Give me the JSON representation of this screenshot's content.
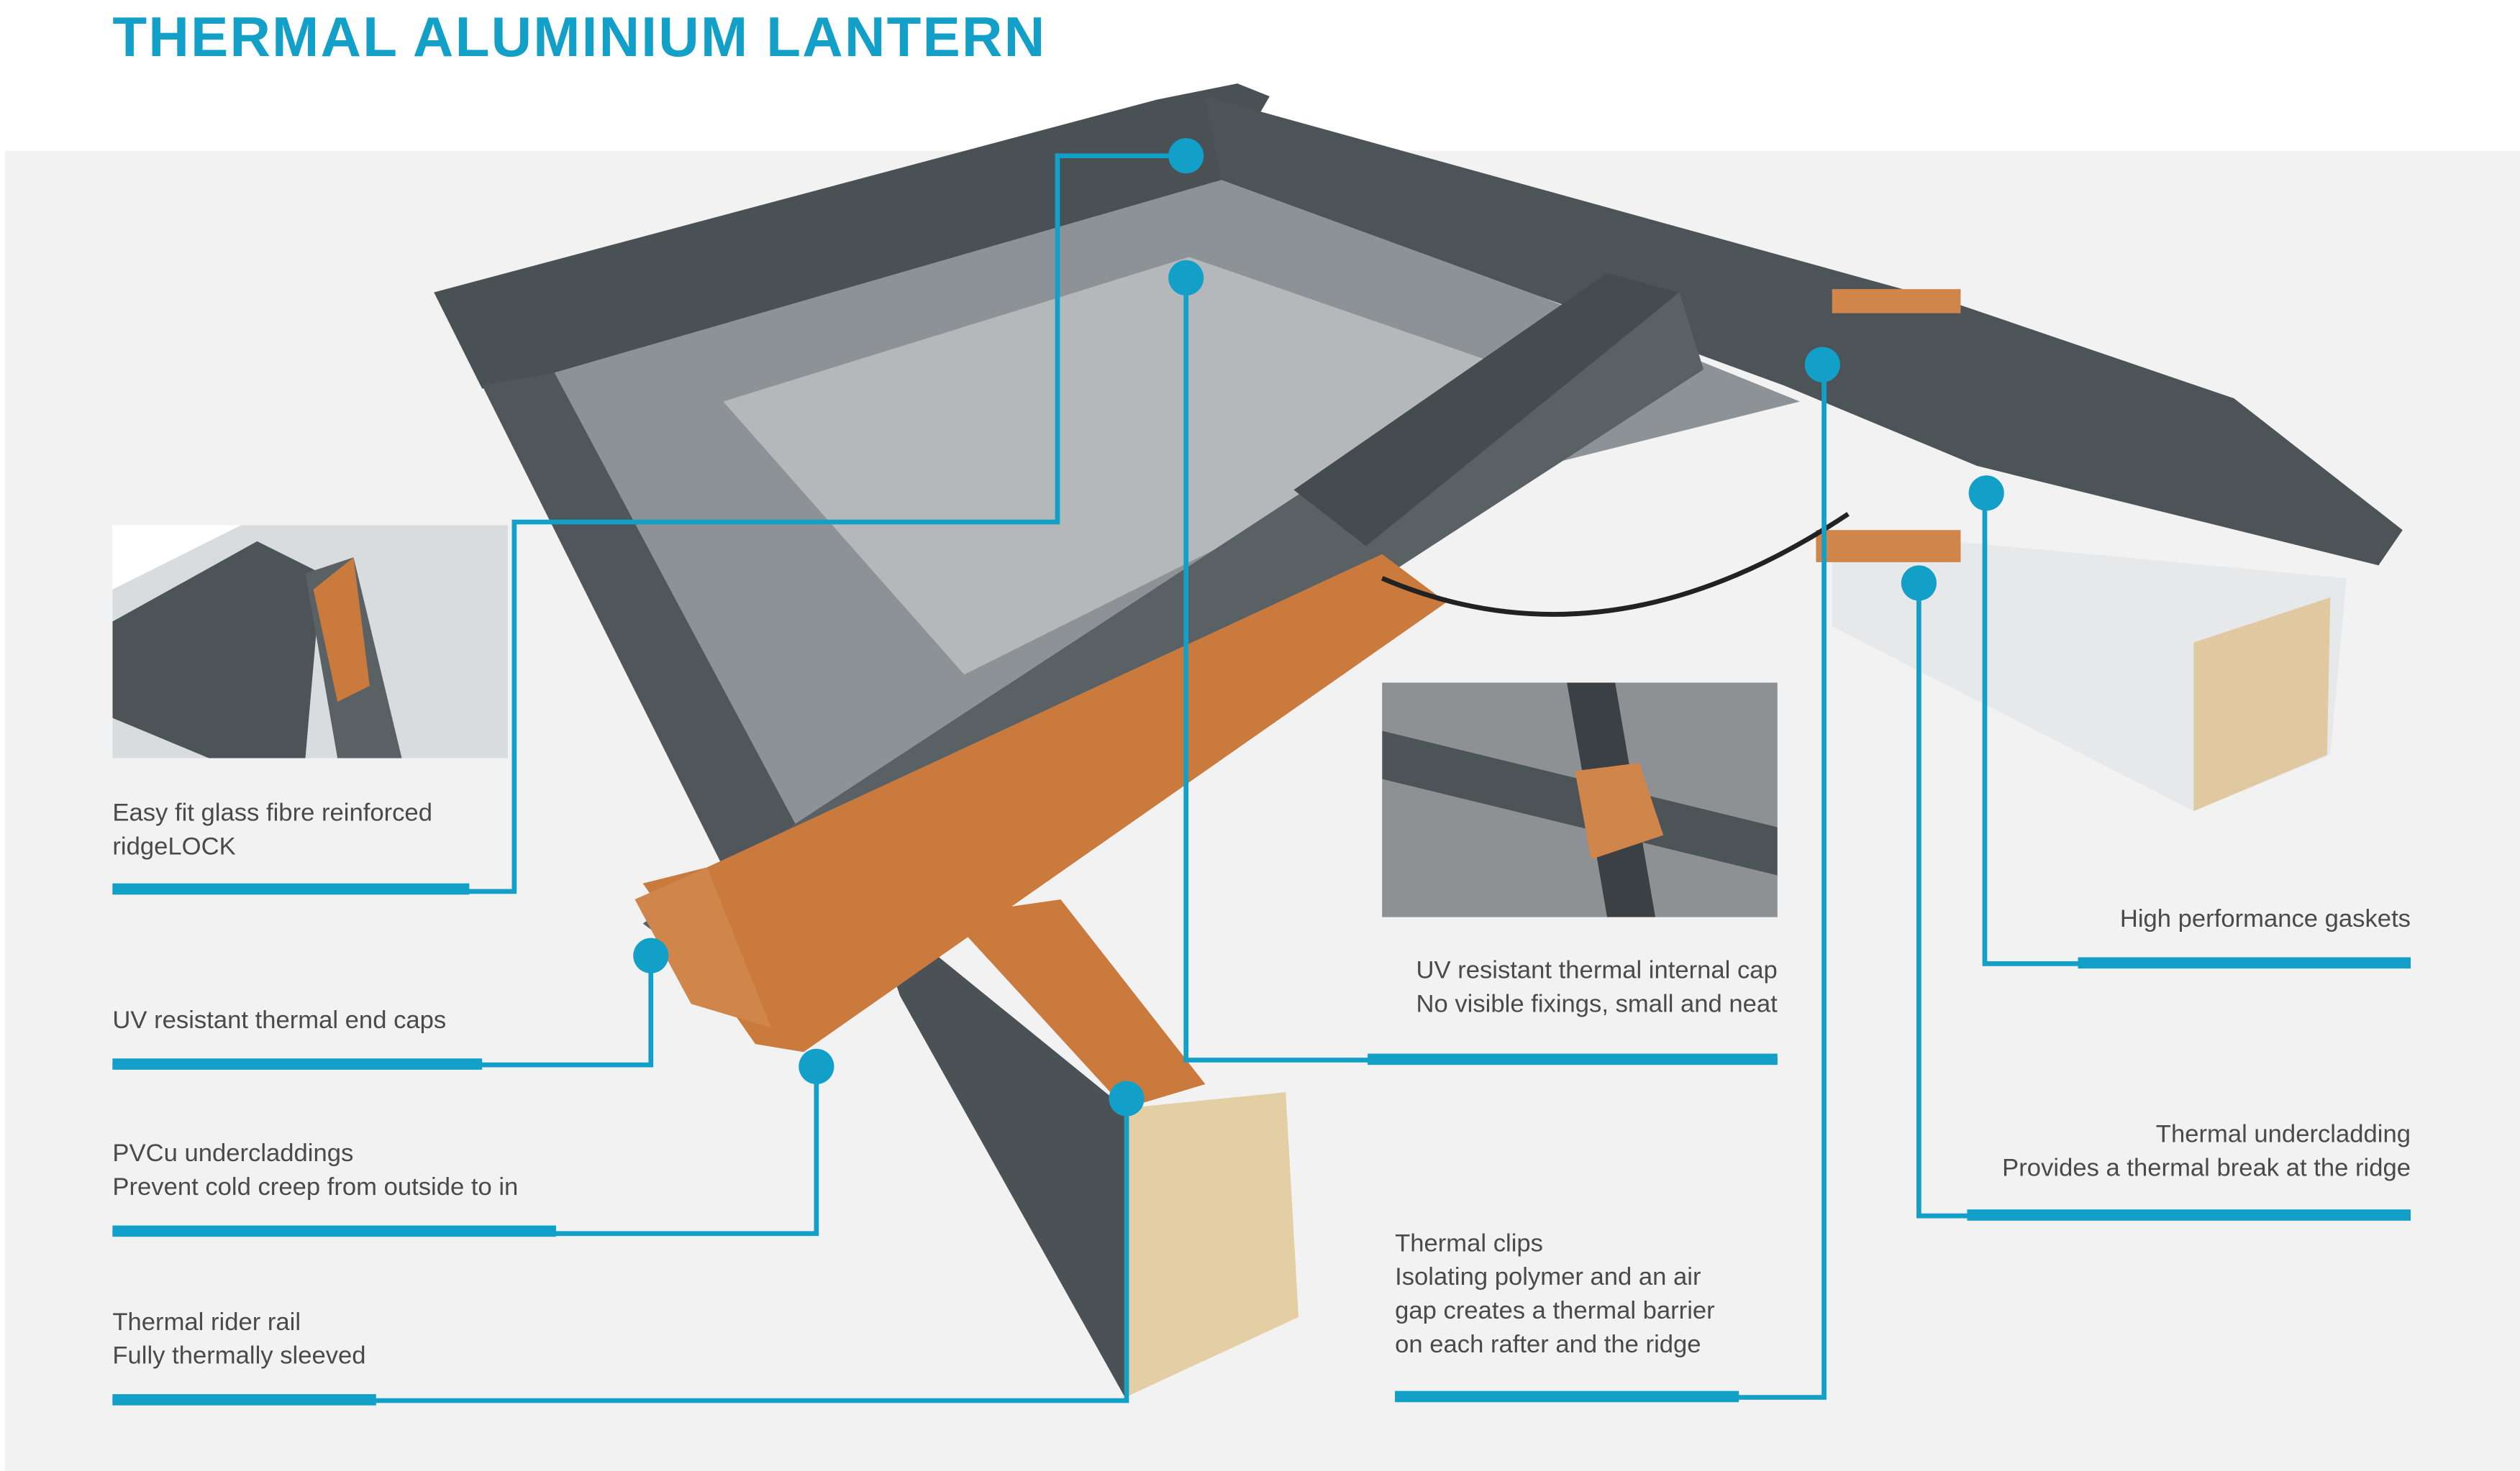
{
  "title": "THERMAL ALUMINIUM LANTERN",
  "accent_color": "#129fc8",
  "callouts": [
    {
      "id": "ridgelock",
      "lines": [
        "Easy fit glass fibre reinforced",
        "ridgeLOCK"
      ]
    },
    {
      "id": "end-caps",
      "lines": [
        "UV resistant thermal end caps"
      ]
    },
    {
      "id": "pvcu",
      "lines": [
        "PVCu undercladdings",
        "Prevent cold creep from outside to in"
      ]
    },
    {
      "id": "rider-rail",
      "lines": [
        "Thermal rider rail",
        "Fully thermally sleeved"
      ]
    },
    {
      "id": "internal-cap",
      "lines": [
        "UV resistant thermal internal cap",
        "No visible fixings, small and neat"
      ]
    },
    {
      "id": "thermal-clips",
      "lines": [
        "Thermal clips",
        "Isolating polymer and an air",
        "gap creates a thermal barrier",
        "on each rafter and the ridge"
      ]
    },
    {
      "id": "gaskets",
      "lines": [
        "High performance gaskets"
      ]
    },
    {
      "id": "undercladding",
      "lines": [
        "Thermal undercladding",
        "Provides a thermal break at the ridge"
      ]
    }
  ]
}
